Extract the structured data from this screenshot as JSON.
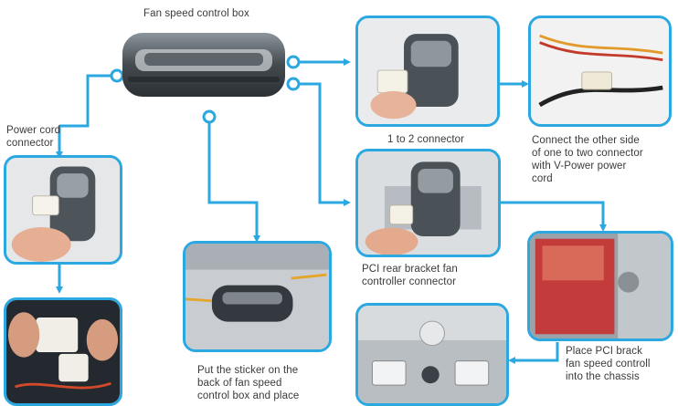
{
  "captions": {
    "box_title": "Fan speed control box",
    "power_cord": [
      "Power cord",
      "connector"
    ],
    "one_to_two": "1 to 2 connector",
    "other_side": [
      "Connect the other side",
      "of one to two connector",
      "with V-Power power",
      "cord"
    ],
    "pci_rear": [
      "PCI rear bracket fan",
      "controller connector"
    ],
    "sticker": [
      "Put the sticker on the",
      "back of fan speed",
      "control box and place"
    ],
    "pci_place": [
      "Place PCI brack",
      "fan speed controll",
      "into the chassis"
    ]
  },
  "colors": {
    "accent": "#2ba8e0"
  }
}
